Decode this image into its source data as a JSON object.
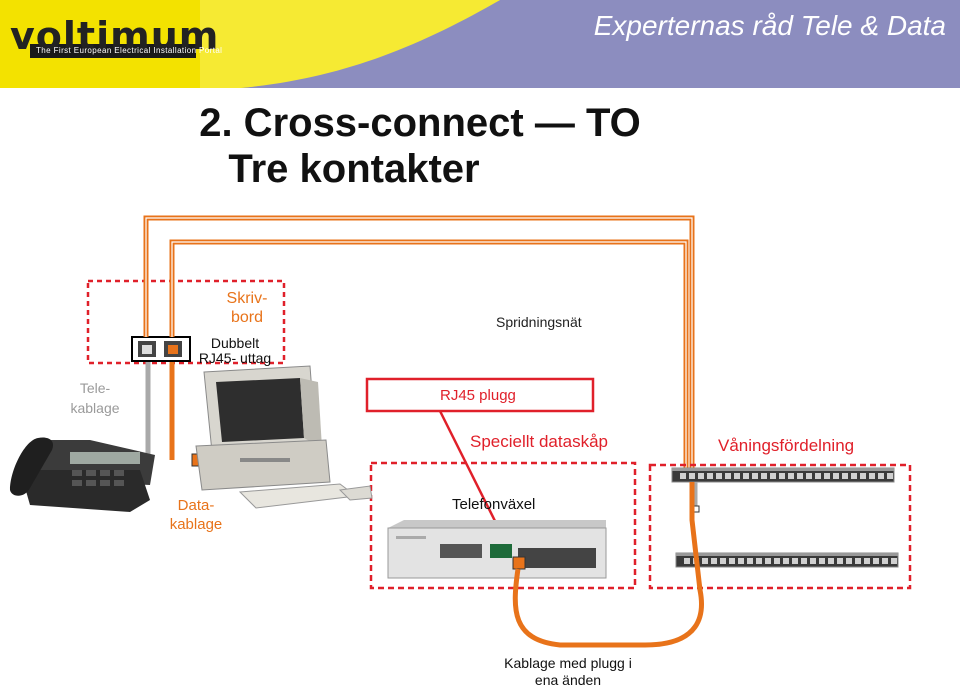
{
  "header": {
    "logo_text": "voltimum",
    "logo_tagline": "The First European Electrical Installation Portal",
    "title": "Experternas råd Tele & Data"
  },
  "slide_title": {
    "line1": "2. Cross-connect — TO",
    "line2": "Tre kontakter"
  },
  "labels": {
    "desk": "Skriv-\nbord",
    "dual_outlet": "Dubbelt\nRJ45- uttag",
    "distribution": "Spridningsnät",
    "tele_cabling": "Tele-\nkablage",
    "rj45_plug": "RJ45 plugg",
    "special_cabinet": "Speciellt dataskåp",
    "floor_distribution": "Våningsfördelning",
    "data_cabling": "Data-\nkablage",
    "pbx": "Telefonväxel",
    "cabling_plug": "Kablage med plugg i\nena änden"
  },
  "colors": {
    "orange": "#E8731A",
    "red": "#E0202A",
    "gray": "#A9A9A9",
    "header_purple": "#8C8DBF",
    "header_yellow": "#F3E200"
  }
}
